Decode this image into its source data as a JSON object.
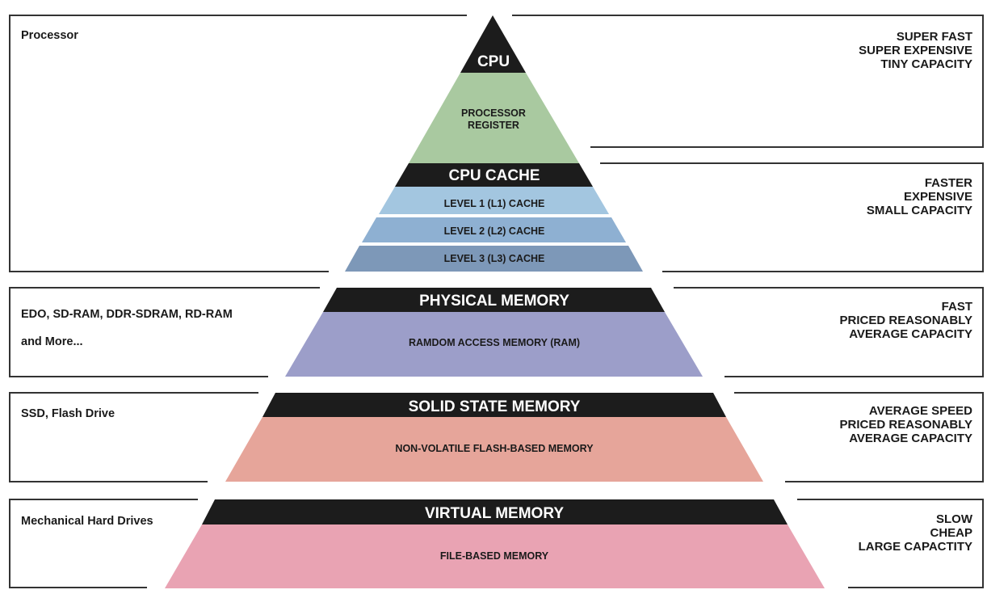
{
  "diagram": {
    "levels": [
      {
        "id": "cpu",
        "header": "CPU",
        "body": [
          "PROCESSOR",
          "REGISTER"
        ],
        "left_lines": [
          "Processor"
        ],
        "right_lines": [
          "SUPER FAST",
          "SUPER EXPENSIVE",
          "TINY CAPACITY"
        ]
      },
      {
        "id": "cache",
        "header": "CPU CACHE",
        "sublevels": [
          "LEVEL 1 (L1) CACHE",
          "LEVEL 2 (L2) CACHE",
          "LEVEL 3 (L3) CACHE"
        ],
        "right_lines": [
          "FASTER",
          "EXPENSIVE",
          "SMALL CAPACITY"
        ]
      },
      {
        "id": "physical",
        "header": "PHYSICAL MEMORY",
        "body": [
          "RAMDOM ACCESS MEMORY (RAM)"
        ],
        "left_lines": [
          "EDO, SD-RAM, DDR-SDRAM, RD-RAM",
          "and More..."
        ],
        "right_lines": [
          "FAST",
          "PRICED REASONABLY",
          "AVERAGE CAPACITY"
        ]
      },
      {
        "id": "solid",
        "header": "SOLID STATE MEMORY",
        "body": [
          "NON-VOLATILE FLASH-BASED MEMORY"
        ],
        "left_lines": [
          "SSD, Flash Drive"
        ],
        "right_lines": [
          "AVERAGE SPEED",
          "PRICED REASONABLY",
          "AVERAGE CAPACITY"
        ]
      },
      {
        "id": "virtual",
        "header": "VIRTUAL MEMORY",
        "body": [
          "FILE-BASED MEMORY"
        ],
        "left_lines": [
          "Mechanical Hard Drives"
        ],
        "right_lines": [
          "SLOW",
          "CHEAP",
          "LARGE CAPACTITY"
        ]
      }
    ],
    "colors": {
      "header": "#1c1c1c",
      "register": "#a9c9a0",
      "l1": "#a3c6e0",
      "l2": "#8eb0d2",
      "l3": "#7d98b8",
      "ram": "#9c9ec9",
      "flash": "#e6a59a",
      "file": "#e9a3b3",
      "outline": "#333333"
    }
  }
}
